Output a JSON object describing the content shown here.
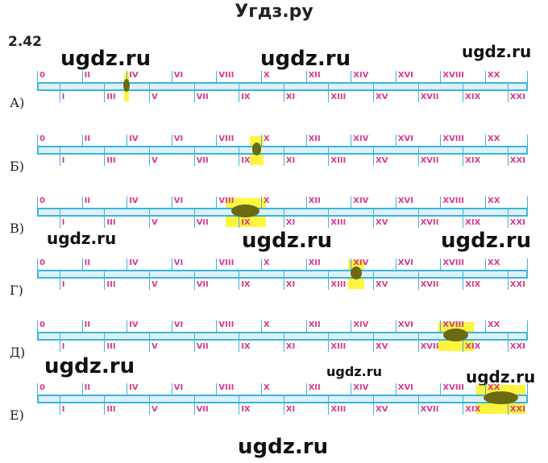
{
  "header": {
    "title": "Угдз.ру",
    "exercise": "2.42"
  },
  "watermarks": [
    "ugdz.ru",
    "ugdz.ru",
    "ugdz.ru",
    "ugdz.ru",
    "ugdz.ru",
    "ugdz.ru",
    "ugdz.ru",
    "ugdz.ru",
    "ugdz.ru",
    "ugdz.ru"
  ],
  "scale_labels": [
    "0",
    "I",
    "II",
    "III",
    "IV",
    "V",
    "VI",
    "VII",
    "VIII",
    "IX",
    "X",
    "XI",
    "XII",
    "XIII",
    "XIV",
    "XV",
    "XVI",
    "XVII",
    "XVIII",
    "XIX",
    "XX",
    "XXI"
  ],
  "colors": {
    "bar": "#3bb5dc",
    "labels": "#d63a8f",
    "highlight": "#fff000",
    "mark": "#6b6a10"
  },
  "rows": [
    {
      "label": "А)",
      "highlight_from": 3.9,
      "highlight_to": 4.1
    },
    {
      "label": "Б)",
      "highlight_from": 9.5,
      "highlight_to": 10.1
    },
    {
      "label": "В)",
      "highlight_from": 8.4,
      "highlight_to": 10.2
    },
    {
      "label": "Г)",
      "highlight_from": 13.9,
      "highlight_to": 14.6
    },
    {
      "label": "Д)",
      "highlight_from": 17.9,
      "highlight_to": 19.5
    },
    {
      "label": "Е)",
      "highlight_from": 19.6,
      "highlight_to": 21.8
    }
  ]
}
